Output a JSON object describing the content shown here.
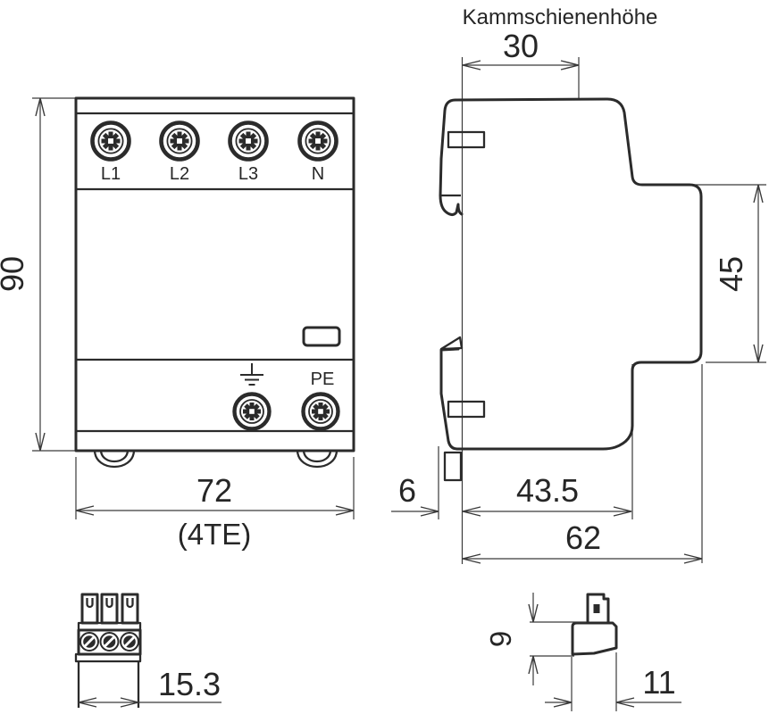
{
  "title": "Kammschienenhöhe",
  "front_view": {
    "terminal_labels": [
      "L1",
      "L2",
      "L3",
      "N"
    ],
    "pe_label": "PE"
  },
  "dimensions": {
    "front_height": "90",
    "front_width": "72",
    "front_width_te": "(4TE)",
    "comb_rail_height": "30",
    "mounting_height": "45",
    "clip_offset": "6",
    "front_depth": "43.5",
    "total_depth": "62",
    "connector_width": "15.3",
    "connector_height": "9",
    "connector_depth": "11"
  },
  "colors": {
    "outline": "#2b2b2b",
    "dimension": "#3a3a3a",
    "background": "#ffffff"
  }
}
